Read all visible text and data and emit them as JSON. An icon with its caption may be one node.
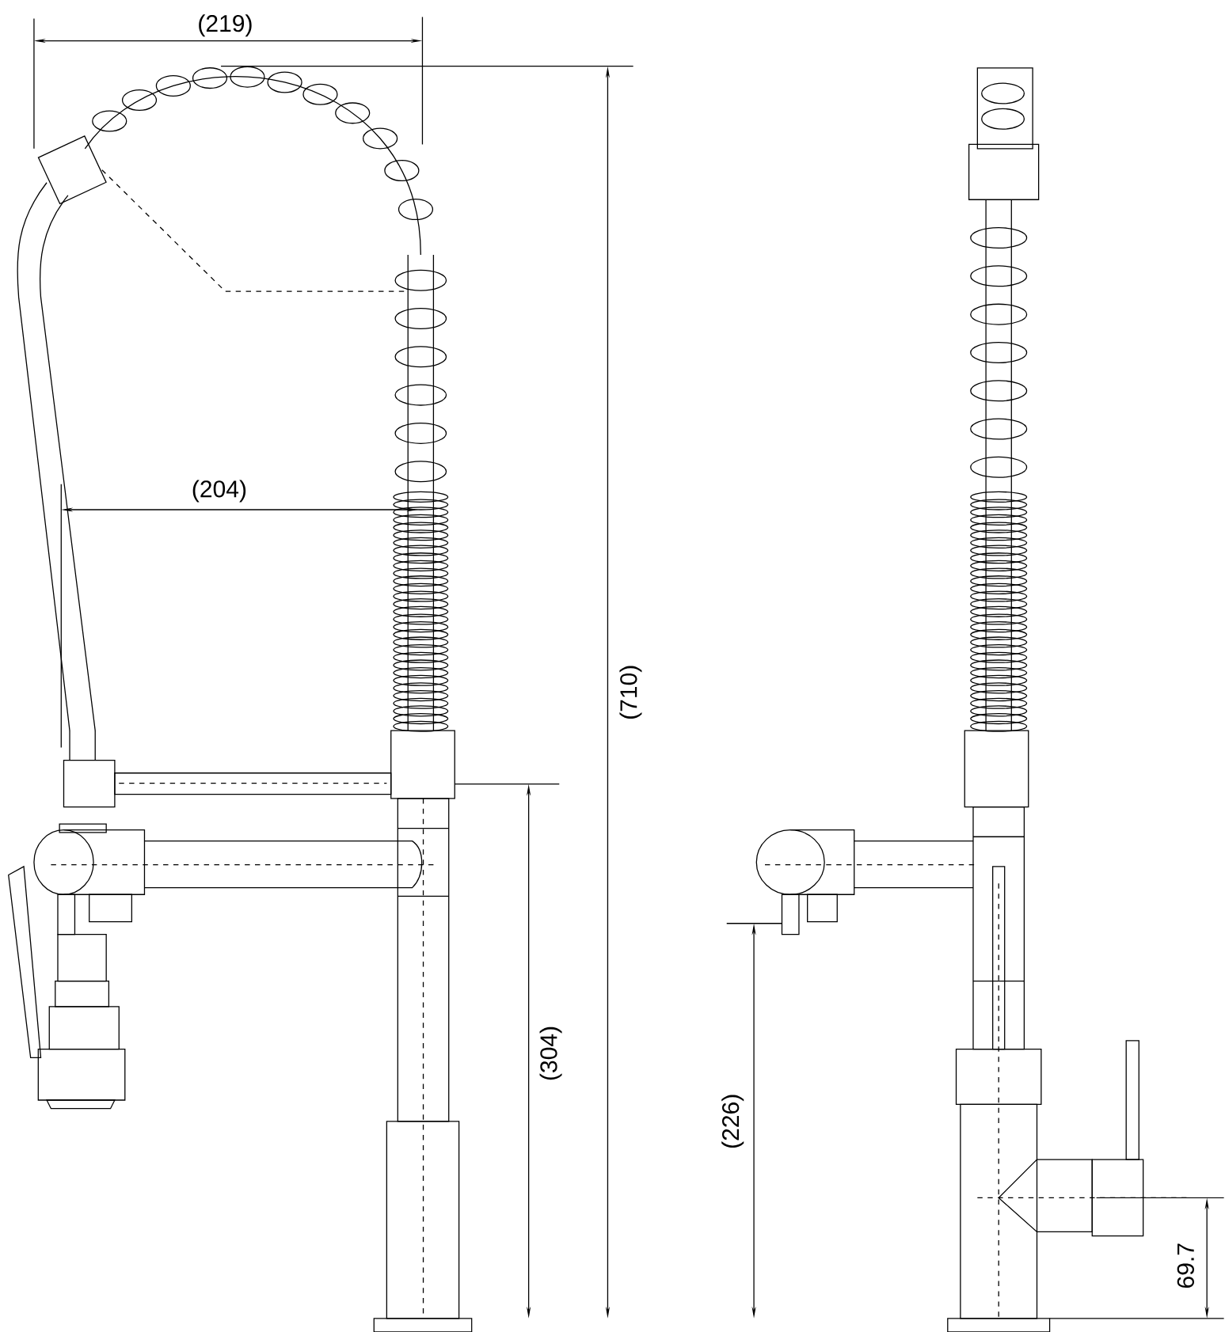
{
  "diagram": {
    "labels": [
      "(219)",
      "(204)",
      "(710)",
      "(304)",
      "(226)",
      "69.7"
    ]
  }
}
